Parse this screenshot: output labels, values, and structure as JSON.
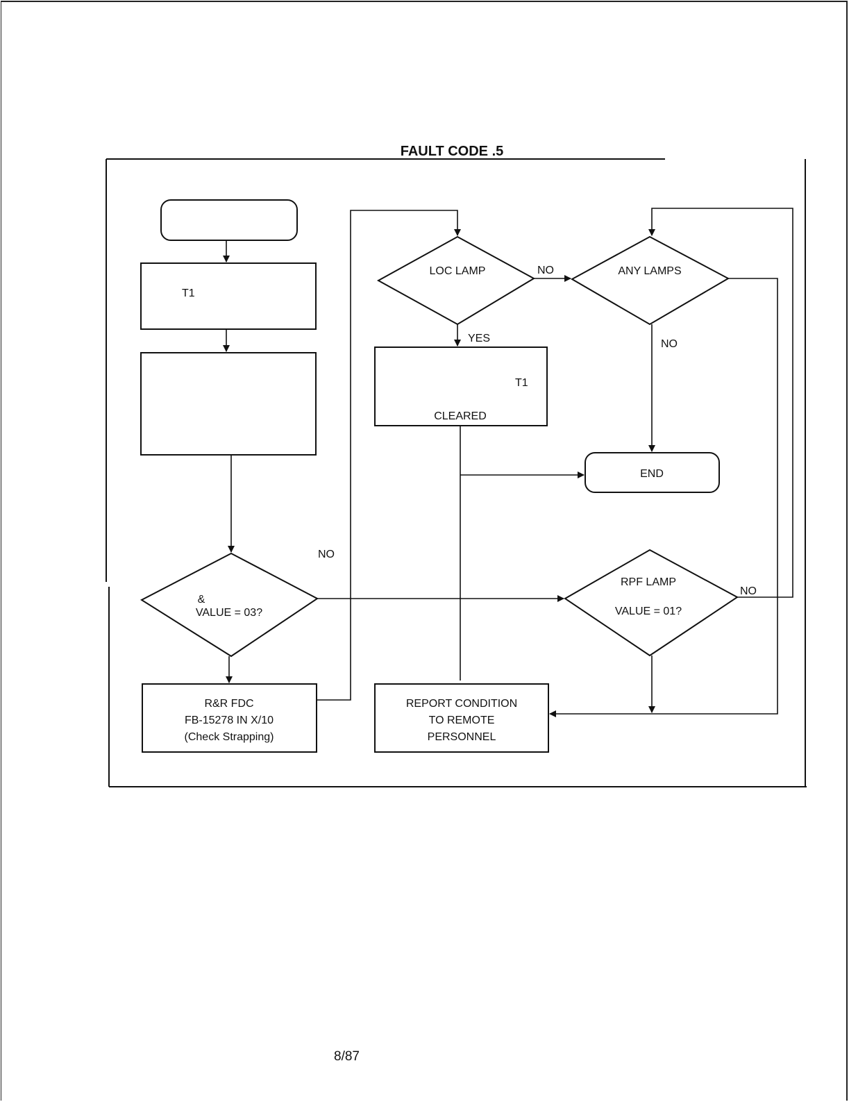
{
  "document": {
    "title": "FAULT CODE .5",
    "footer": "8/87"
  },
  "nodes": {
    "start": "",
    "step_t1": "T1",
    "step_blank": "",
    "dec1_line1": "&",
    "dec1_line2": "VALUE = 03?",
    "rr_line1": "R&R FDC",
    "rr_line2": "FB-15278 IN X/10",
    "rr_line3": "(Check Strapping)",
    "loc_line1": "LOC LAMP",
    "cleared_t1": "T1",
    "cleared_line": "CLEARED",
    "any_line1": "ANY LAMPS",
    "end": "END",
    "rpf_line1": "RPF  LAMP",
    "rpf_line2": "VALUE = 01?",
    "report_line1": "REPORT CONDITION",
    "report_line2": "TO REMOTE",
    "report_line3": "PERSONNEL"
  },
  "edges": {
    "dec1_no": "NO",
    "loc_no": "NO",
    "loc_yes": "YES",
    "any_no": "NO",
    "rpf_no": "NO"
  },
  "colors": {
    "ink": "#111111",
    "background": "#ffffff"
  }
}
